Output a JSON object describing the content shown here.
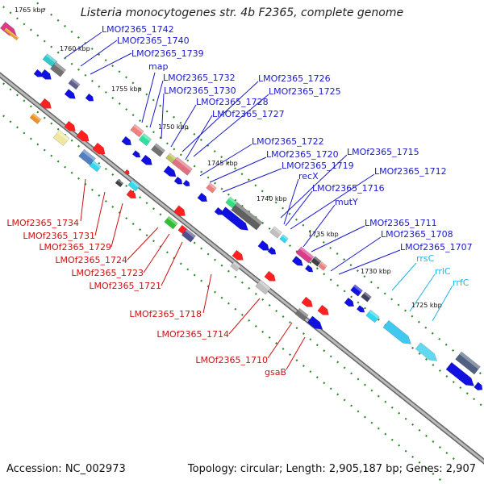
{
  "title": "Listeria monocytogenes str. 4b F2365, complete genome",
  "footer": {
    "accession": "Accession: NC_002973",
    "summary": "Topology: circular; Length: 2,905,187 bp; Genes: 2,907"
  },
  "colors": {
    "forward_label": "#1a1acc",
    "reverse_label": "#cc1111",
    "rna_label": "#22b4e6",
    "cds": "#1010e0",
    "backbone": "#888888"
  },
  "scale_labels": [
    "1765 kbp",
    "1760 kbp",
    "1755 kbp",
    "1750 kbp",
    "1745 kbp",
    "1740 kbp",
    "1735 kbp",
    "1730 kbp",
    "1725 kbp"
  ],
  "forward_labels": [
    "LMOf2365_1742",
    "LMOf2365_1740",
    "LMOf2365_1739",
    "map",
    "LMOf2365_1732",
    "LMOf2365_1730",
    "LMOf2365_1728",
    "LMOf2365_1727",
    "LMOf2365_1726",
    "LMOf2365_1725",
    "LMOf2365_1722",
    "LMOf2365_1720",
    "LMOf2365_1719",
    "recX",
    "LMOf2365_1715",
    "LMOf2365_1716",
    "LMOf2365_1712",
    "mutY",
    "LMOf2365_1711",
    "LMOf2365_1708",
    "LMOf2365_1707"
  ],
  "rna_labels": [
    "rrsC",
    "rrlC",
    "rrfC"
  ],
  "reverse_labels": [
    "LMOf2365_1734",
    "LMOf2365_1731",
    "LMOf2365_1729",
    "LMOf2365_1724",
    "LMOf2365_1723",
    "LMOf2365_1721",
    "LMOf2365_1718",
    "LMOf2365_1714",
    "LMOf2365_1710",
    "gsaB"
  ]
}
